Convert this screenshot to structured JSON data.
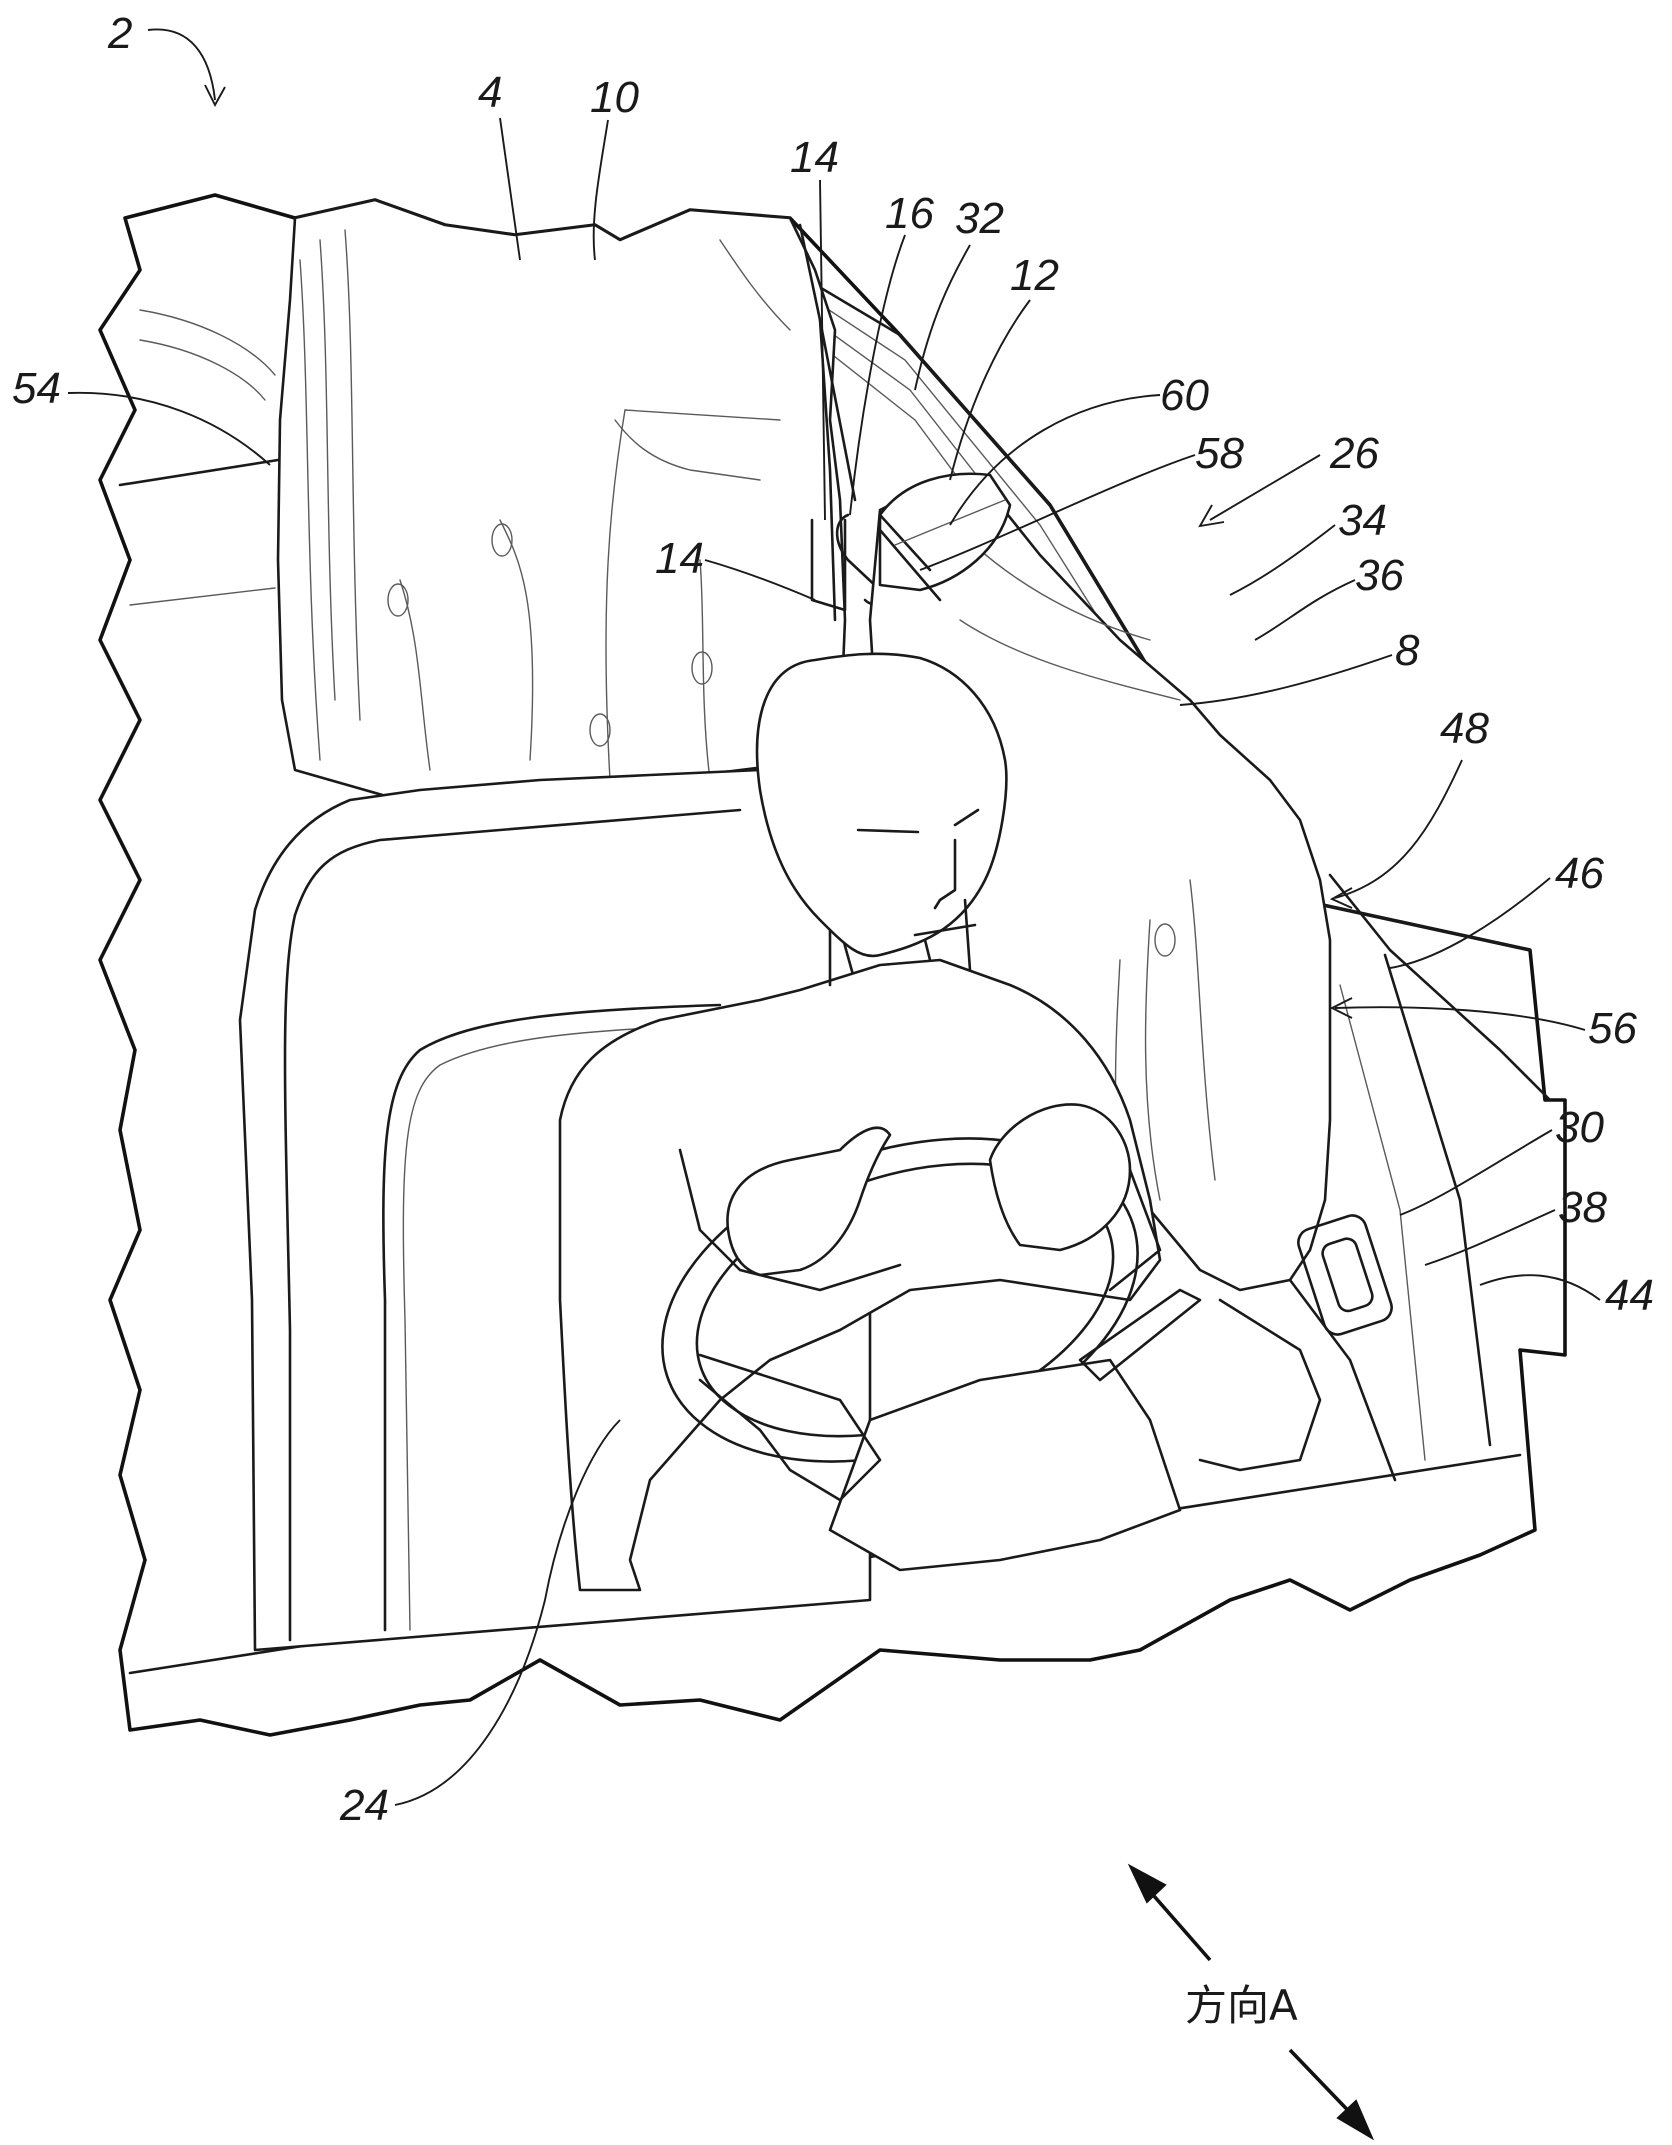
{
  "figure": {
    "ref_labels": [
      {
        "id": "2",
        "text": "2"
      },
      {
        "id": "4",
        "text": "4"
      },
      {
        "id": "10",
        "text": "10"
      },
      {
        "id": "14a",
        "text": "14"
      },
      {
        "id": "16",
        "text": "16"
      },
      {
        "id": "32",
        "text": "32"
      },
      {
        "id": "12",
        "text": "12"
      },
      {
        "id": "60",
        "text": "60"
      },
      {
        "id": "58",
        "text": "58"
      },
      {
        "id": "26",
        "text": "26"
      },
      {
        "id": "34",
        "text": "34"
      },
      {
        "id": "36",
        "text": "36"
      },
      {
        "id": "54",
        "text": "54"
      },
      {
        "id": "14b",
        "text": "14"
      },
      {
        "id": "8",
        "text": "8"
      },
      {
        "id": "48",
        "text": "48"
      },
      {
        "id": "46",
        "text": "46"
      },
      {
        "id": "56",
        "text": "56"
      },
      {
        "id": "30",
        "text": "30"
      },
      {
        "id": "38",
        "text": "38"
      },
      {
        "id": "44",
        "text": "44"
      },
      {
        "id": "24",
        "text": "24"
      }
    ],
    "direction_label": "方向A"
  }
}
